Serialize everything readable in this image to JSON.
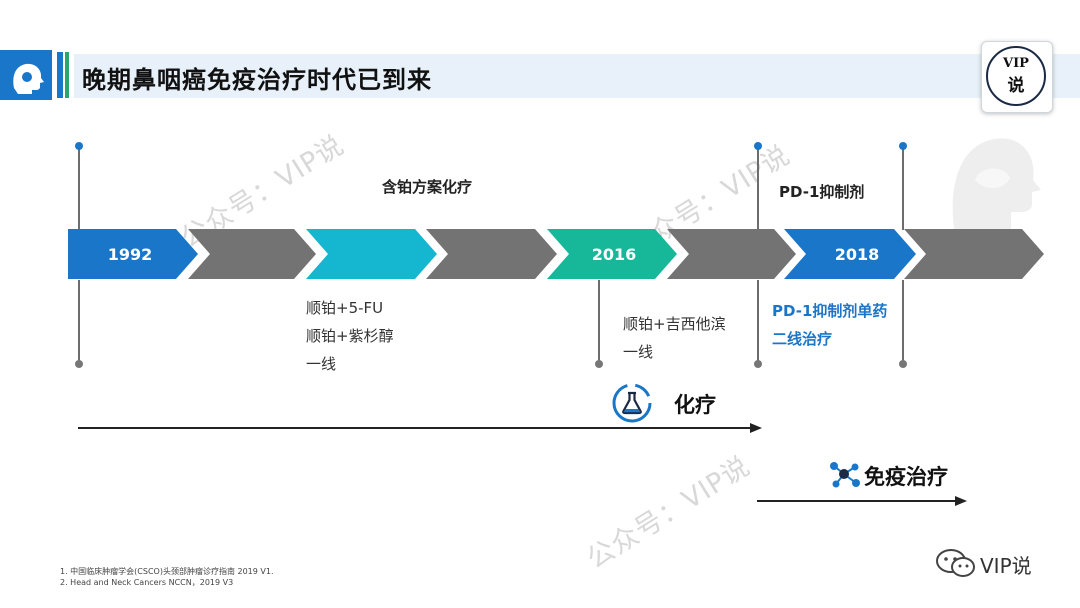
{
  "header": {
    "title": "晚期鼻咽癌免疫治疗时代已到来"
  },
  "badge": {
    "line1": "VIP",
    "line2": "说"
  },
  "watermark": {
    "text": "公众号：VIP说"
  },
  "timeline": {
    "years": [
      "1992",
      "2016",
      "2018"
    ],
    "top_labels": [
      "含铂方案化疗",
      "PD-1抑制剂"
    ],
    "bottom_groups": [
      [
        "顺铂+5-FU",
        "顺铂+紫杉醇",
        "一线"
      ],
      [
        "顺铂+吉西他滨",
        "一线"
      ],
      [
        "PD-1抑制剂单药",
        "二线治疗"
      ]
    ]
  },
  "legend": {
    "chemo": "化疗",
    "immuno": "免疫治疗"
  },
  "colors": {
    "blue": "#1a76c9",
    "teal": "#15b6cf",
    "green": "#17b89a",
    "gray": "#777777"
  },
  "footnotes": [
    "1. 中国临床肿瘤学会(CSCO)头颈部肿瘤诊疗指南 2019 V1.",
    "2. Head and Neck Cancers NCCN，2019 V3"
  ],
  "brand": {
    "text": "VIP说"
  }
}
